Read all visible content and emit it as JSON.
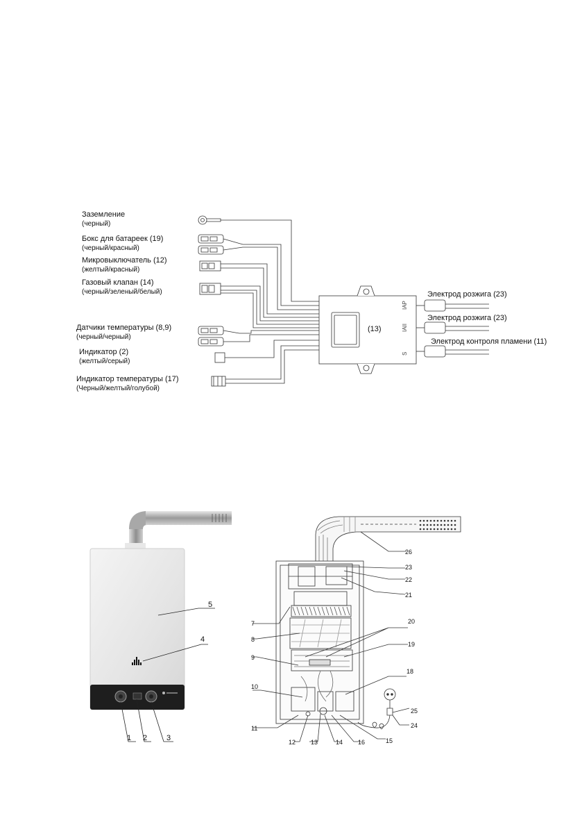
{
  "wiring": {
    "labels": [
      {
        "title": "Заземление",
        "sub": "(черный)"
      },
      {
        "title": "Бокс для батареек (19)",
        "sub": "(черный/красный)"
      },
      {
        "title": "Микровыключатель (12)",
        "sub": "(желтый/красный)"
      },
      {
        "title": "Газовый клапан  (14)",
        "sub": "(черный/зеленый/белый)"
      },
      {
        "title": "Датчики температуры (8,9)",
        "sub": "(черный/черный)"
      },
      {
        "title": "Индикатор (2)",
        "sub": "(желтый/серый)"
      },
      {
        "title": "Индикатор температуры (17)",
        "sub": "(Черный/желтый/голубой)"
      }
    ],
    "controller_label": "(13)",
    "electrodes": [
      "Электрод розжига (23)",
      "Электрод розжига (23)",
      "Электрод контроля пламени (11)"
    ],
    "port_marks": [
      "IAP",
      "IAII",
      "S"
    ]
  },
  "front_view": {
    "callouts": [
      "5",
      "4",
      "1",
      "2",
      "3"
    ]
  },
  "internal_view": {
    "callouts": [
      "26",
      "23",
      "22",
      "21",
      "7",
      "20",
      "8",
      "19",
      "9",
      "18",
      "10",
      "25",
      "11",
      "24",
      "12",
      "13",
      "14",
      "16",
      "15"
    ]
  }
}
